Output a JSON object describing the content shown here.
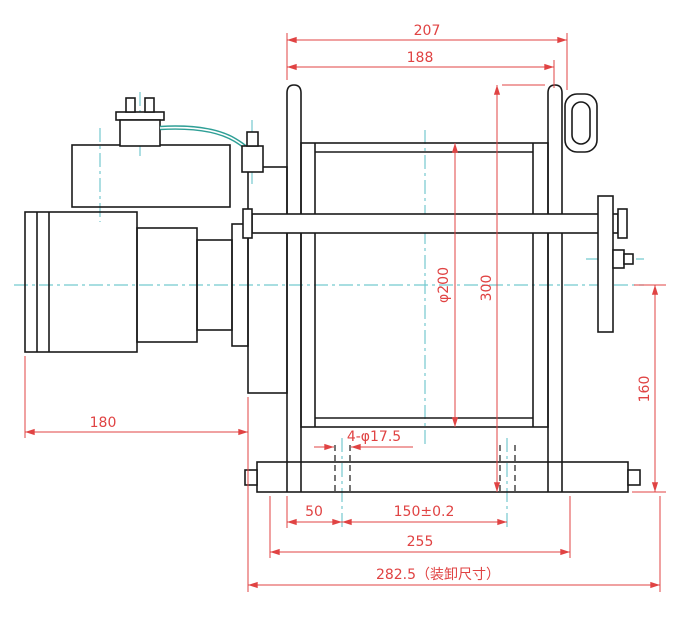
{
  "drawing": {
    "type": "engineering-drawing",
    "subject": "hydraulic winch side view"
  },
  "colors": {
    "part": "#1a1a1a",
    "dim": "#e04343",
    "centerline": "#74c9cf",
    "hose": "#2f9f96",
    "paper": "#ffffff"
  },
  "dims": {
    "d207": "207",
    "d188": "188",
    "d200": "φ200",
    "d300": "300",
    "d160": "160",
    "d180": "180",
    "dholes": "4-φ17.5",
    "d50": "50",
    "d150": "150±0.2",
    "d255": "255",
    "d282": "282.5（装卸尺寸）"
  }
}
